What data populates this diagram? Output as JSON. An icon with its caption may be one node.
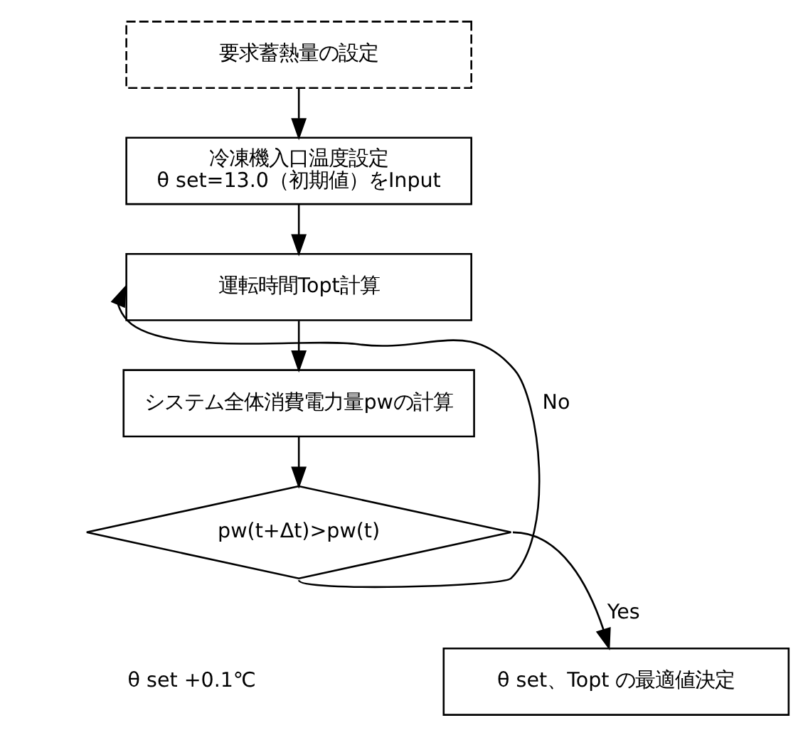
{
  "diagram": {
    "nodes": [
      {
        "text": [
          "要求蓄熱量の設定"
        ]
      },
      {
        "text": [
          "冷凍機入口温度設定",
          "θ set=13.0（初期値）をInput"
        ]
      },
      {
        "text": [
          "運転時間Topt計算"
        ]
      },
      {
        "text": [
          "システム全体消費電力量pwの計算"
        ]
      },
      {
        "text": [
          "pw(t+Δt)>pw(t)"
        ]
      },
      {
        "text": [
          "θ set、Topt の最適値決定"
        ]
      }
    ],
    "edges": [
      {
        "from": 0,
        "to": 1,
        "arrow": "to"
      },
      {
        "from": 1,
        "to": 2,
        "arrow": "to"
      },
      {
        "from": 2,
        "to": 3,
        "arrow": "to"
      },
      {
        "from": 3,
        "to": 4,
        "arrow": "to"
      },
      {
        "from": 4,
        "to": 5,
        "arrow": "to",
        "label": "Yes"
      },
      {
        "from": 4,
        "to": 2,
        "arrow": "to",
        "label": "No"
      }
    ],
    "labels": [
      "θ set +0.1℃"
    ]
  }
}
